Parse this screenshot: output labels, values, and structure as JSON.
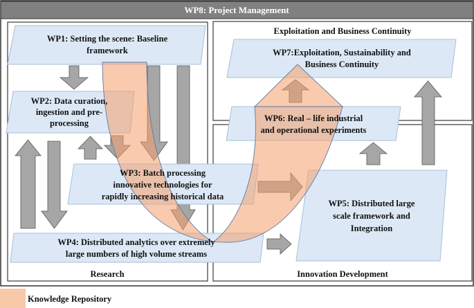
{
  "title": "WP8: Project Management",
  "panels": {
    "research": "Research",
    "exploitation": "Exploitation and Business Continuity",
    "innovation": "Innovation Development"
  },
  "work_packages": {
    "wp1": [
      "WP1: Setting the scene: Baseline",
      "framework"
    ],
    "wp2": [
      "WP2: Data curation,",
      "ingestion and pre-",
      "processing"
    ],
    "wp3": [
      "WP3: Batch processing",
      "innovative technologies for",
      "rapidly increasing historical data"
    ],
    "wp4": [
      "WP4: Distributed analytics over extremely",
      "large numbers of high volume streams"
    ],
    "wp5": [
      "WP5: Distributed large",
      "scale framework and",
      "Integration"
    ],
    "wp6": [
      "WP6: Real – life industrial",
      "and operational experiments"
    ],
    "wp7": [
      "WP7:Exploitation, Sustainability and",
      "Business Continuity"
    ]
  },
  "legend": {
    "label": "Knowledge Repository",
    "color": "#f8c9a8"
  },
  "colors": {
    "title_bar": "#808080",
    "wp_fill": "#dce8f5",
    "arrow": "#a6a6a6"
  }
}
